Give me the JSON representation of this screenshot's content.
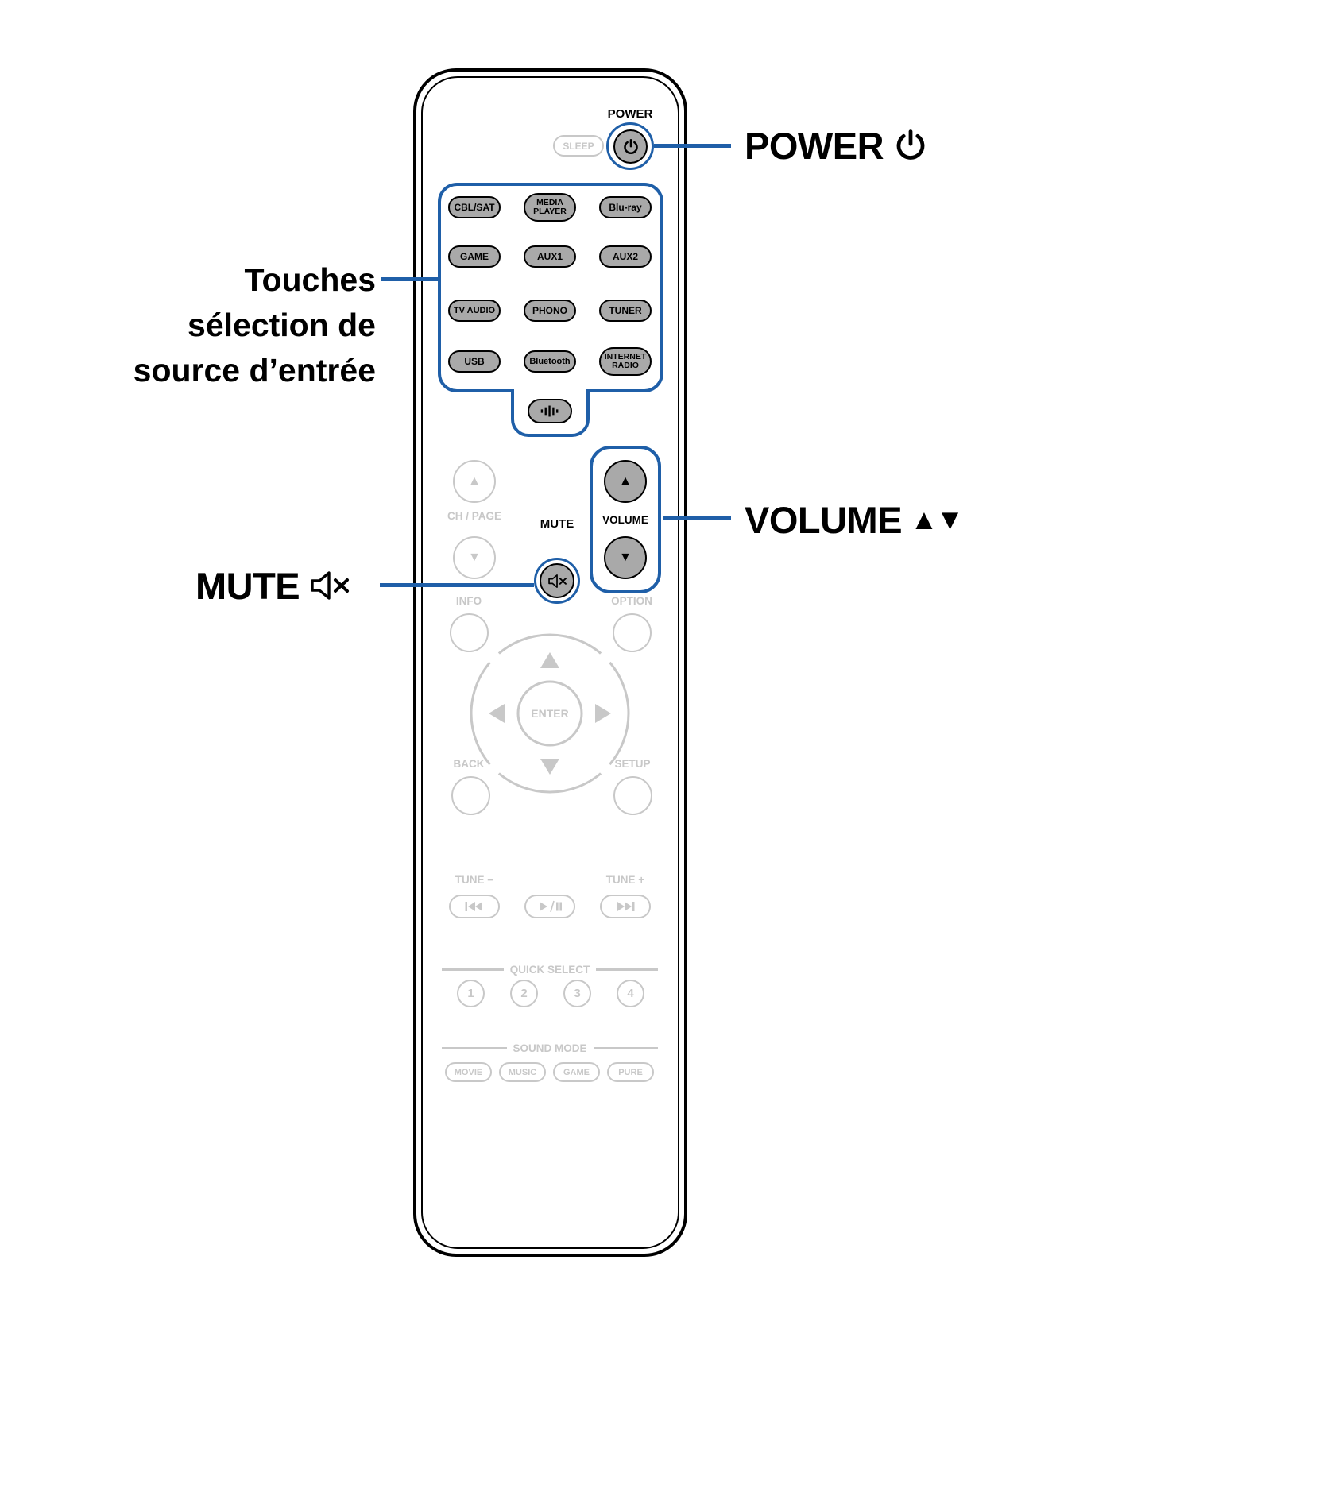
{
  "colors": {
    "accent": "#1f5fa8",
    "button_gray": "#a9a9a9",
    "inactive": "#c8c8c8"
  },
  "callouts": {
    "power": "POWER",
    "source_line1": "Touches",
    "source_line2": "sélection de",
    "source_line3": "source d’entrée",
    "volume": "VOLUME",
    "volume_arrows": "▲▼",
    "mute": "MUTE"
  },
  "remote": {
    "sleep": "SLEEP",
    "power_label": "POWER",
    "sources": {
      "cbl_sat": "CBL/SAT",
      "media1": "MEDIA",
      "media2": "PLAYER",
      "bluray": "Blu-ray",
      "game": "GAME",
      "aux1": "AUX1",
      "aux2": "AUX2",
      "tv_audio": "TV AUDIO",
      "phono": "PHONO",
      "tuner": "TUNER",
      "usb": "USB",
      "bluetooth": "Bluetooth",
      "internet1": "INTERNET",
      "internet2": "RADIO"
    },
    "ch_page": {
      "label": "CH / PAGE",
      "up": "▲",
      "down": "▼"
    },
    "mute_label": "MUTE",
    "volume": {
      "label": "VOLUME",
      "up": "▲",
      "down": "▼"
    },
    "info": "INFO",
    "option": "OPTION",
    "enter": "ENTER",
    "back": "BACK",
    "setup": "SETUP",
    "tune_minus": "TUNE −",
    "tune_plus": "TUNE +",
    "quick_select": {
      "title": "QUICK SELECT",
      "buttons": [
        "1",
        "2",
        "3",
        "4"
      ]
    },
    "sound_mode": {
      "title": "SOUND MODE",
      "buttons": [
        "MOVIE",
        "MUSIC",
        "GAME",
        "PURE"
      ]
    }
  }
}
